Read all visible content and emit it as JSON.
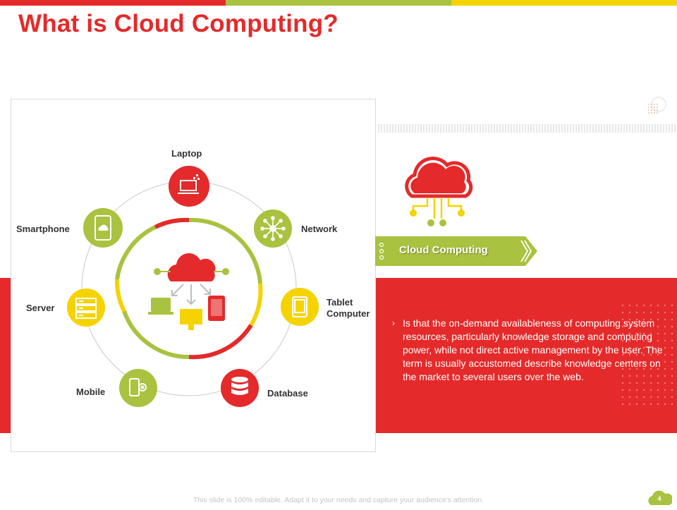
{
  "slide": {
    "title": "What is Cloud Computing?",
    "footer": "This slide is 100% editable. Adapt it to your needs and capture your audience's attention.",
    "page_number": "4"
  },
  "colors": {
    "red": "#e42a2a",
    "green": "#a9c23f",
    "yellow": "#f5d300"
  },
  "diagram": {
    "nodes": [
      {
        "label": "Laptop",
        "icon": "laptop-icon",
        "color": "#e42a2a"
      },
      {
        "label": "Network",
        "icon": "network-icon",
        "color": "#a9c23f"
      },
      {
        "label_line1": "Tablet",
        "label_line2": "Computer",
        "icon": "tablet-icon",
        "color": "#f5d300"
      },
      {
        "label": "Database",
        "icon": "database-icon",
        "color": "#e42a2a"
      },
      {
        "label": "Mobile",
        "icon": "mobile-settings-icon",
        "color": "#a9c23f"
      },
      {
        "label": "Server",
        "icon": "server-icon",
        "color": "#f5d300"
      },
      {
        "label": "Smartphone",
        "icon": "smartphone-cloud-icon",
        "color": "#a9c23f"
      }
    ],
    "center_icon": "cloud-devices-icon"
  },
  "definition": {
    "heading": "Cloud Computing",
    "heading_icon": "cloud-circuit-icon",
    "bullet": "›",
    "text": "Is that the on-demand availableness of computing system resources, particularly knowledge storage and computing power, while not direct active management by the user. The term is usually accustomed describe knowledge centers on the market to several users over the web."
  }
}
